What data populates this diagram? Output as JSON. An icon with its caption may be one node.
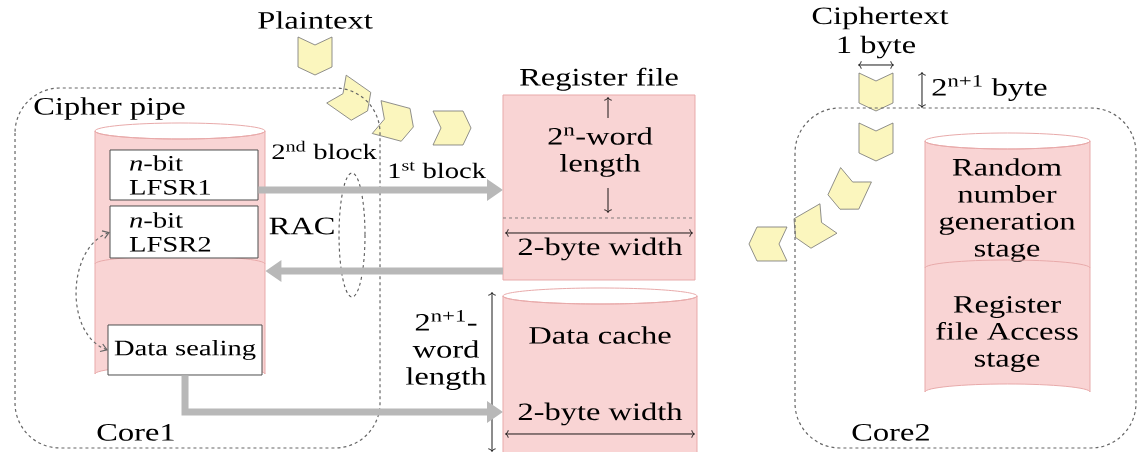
{
  "diagram": {
    "nodes": [
      {
        "text": [
          "Cipher pipe",
          "Core1"
        ]
      },
      {
        "text": [],
        "shape": "cylinder",
        "in": 0
      },
      {
        "text": [
          "*n*-bit LFSR1"
        ],
        "in": 1
      },
      {
        "text": [
          "*n*-bit LFSR2"
        ],
        "in": 1
      },
      {
        "text": [
          "Data sealing"
        ],
        "in": 1
      },
      {
        "text": [
          "Register file"
        ]
      },
      {
        "text": [
          "Data cache"
        ]
      },
      {
        "text": [
          "Core2"
        ]
      },
      {
        "text": [],
        "shape": "cylinder",
        "in": 7
      },
      {
        "text": [
          "Random number generation stage"
        ],
        "in": 8
      },
      {
        "text": [
          "Register file Access stage"
        ],
        "in": 8
      }
    ],
    "edges": [
      {
        "from": 2,
        "to": 5,
        "arrow": "to"
      },
      {
        "from": 5,
        "to": 1,
        "arrow": "to"
      },
      {
        "from": 4,
        "to": 6,
        "arrow": "to"
      },
      {
        "from": 3,
        "to": 4,
        "arrow": "both",
        "style": "dashed",
        "color": "#666666"
      }
    ],
    "labels": [
      "Plaintext",
      "Ciphertext",
      "1 byte",
      "2$^{n+1}$ byte",
      "2$^{nd}$ block",
      "1$^{st}$ block",
      "2$^{n}$-word length",
      "RAC",
      "2-byte width",
      "2$^{n+1}$-word length",
      "2-byte width"
    ]
  }
}
